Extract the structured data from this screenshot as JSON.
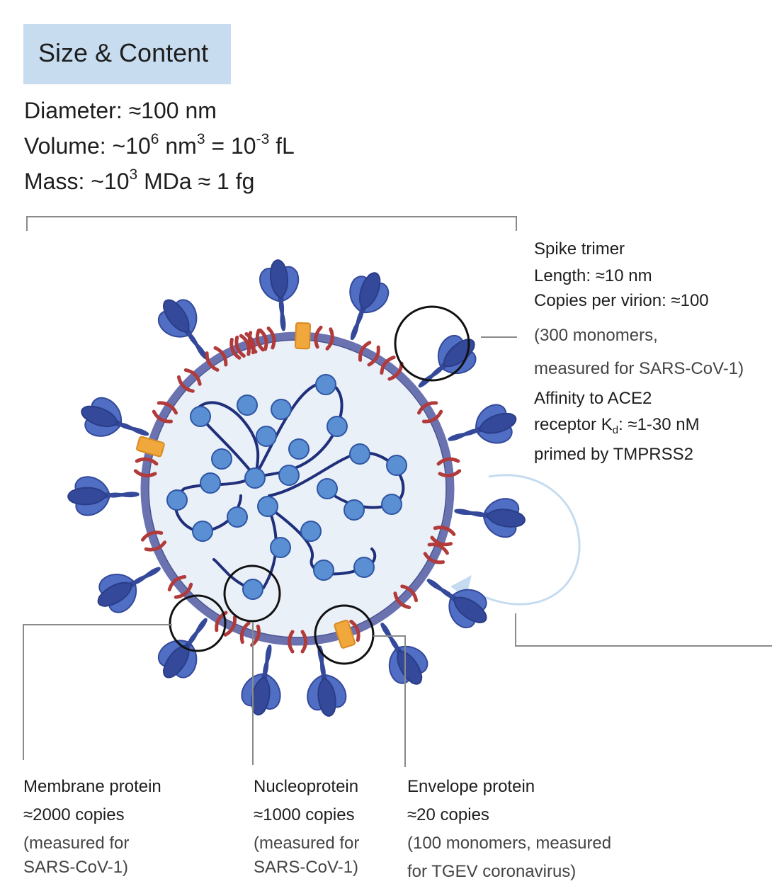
{
  "header": {
    "title": "Size & Content"
  },
  "size_stats": {
    "diameter": "Diameter: ≈100 nm",
    "volume": {
      "prefix": "Volume: ~10",
      "exp1": "6",
      "unit1": " nm",
      "exp2": "3",
      "mid": " = 10",
      "exp3": "-3",
      "suffix": " fL"
    },
    "mass": {
      "prefix": "Mass: ~10",
      "exp": "3",
      "suffix": " MDa ≈ 1 fg"
    }
  },
  "spike": {
    "title": "Spike trimer",
    "length": "Length: ≈10 nm",
    "copies": "Copies per virion: ≈100",
    "note1": "(300 monomers,",
    "note2": "measured for SARS-CoV-1)",
    "affinity1": "Affinity to ACE2",
    "affinity2_prefix": "receptor K",
    "affinity2_sub": "d",
    "affinity2_suffix": ": ≈1-30 nM",
    "primed": "primed by TMPRSS2"
  },
  "membrane": {
    "title": "Membrane protein",
    "copies": "≈2000 copies",
    "note1": "(measured for",
    "note2": "SARS-CoV-1)"
  },
  "nucleoprotein": {
    "title": "Nucleoprotein",
    "copies": "≈1000 copies",
    "note1": "(measured for",
    "note2": "SARS-CoV-1)"
  },
  "envelope": {
    "title": "Envelope protein",
    "copies": "≈20 copies",
    "note1": "(100 monomers, measured",
    "note2": "for TGEV coronavirus)"
  },
  "colors": {
    "header_bg": "#c8dcf0",
    "spike": "#4f6ec4",
    "spike_dark": "#34499a",
    "membrane_ring": "#6a72b0",
    "membrane_protein": "#b13a3a",
    "envelope_protein": "#f0a73c",
    "nucleoprotein": "#5a8fd3",
    "rna": "#1f2f7a",
    "interior": "#eaf0f8",
    "arrow": "#c5dcf0"
  }
}
